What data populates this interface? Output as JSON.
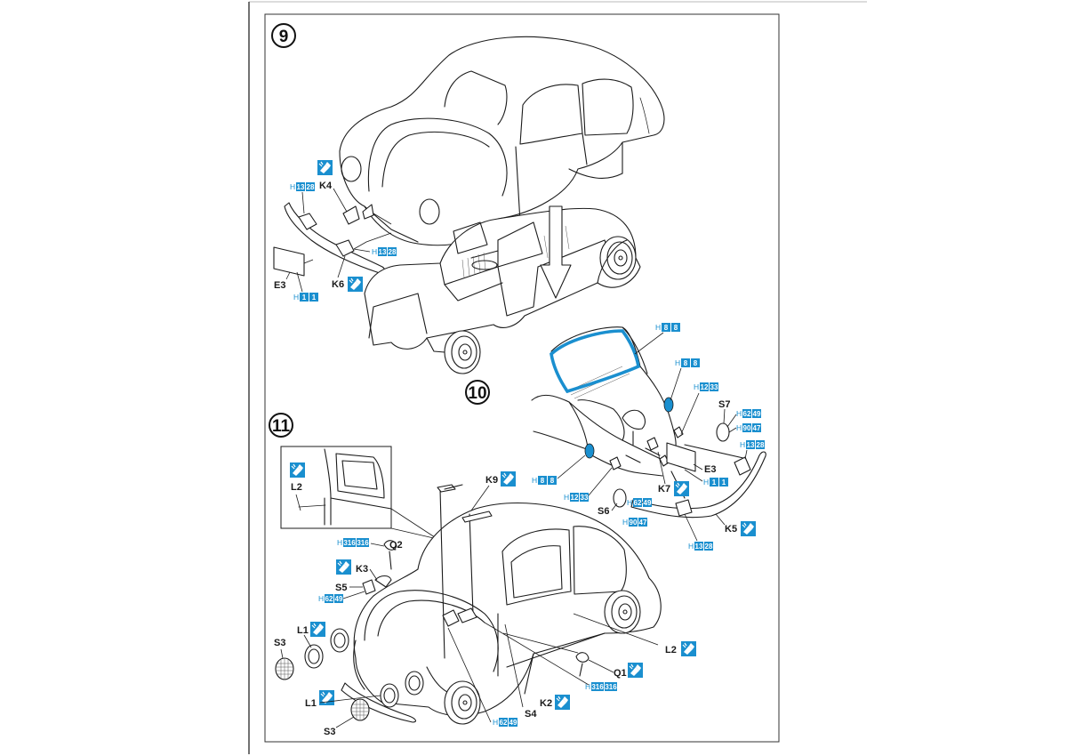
{
  "steps": {
    "step9": "9",
    "step10": "10",
    "step11": "11"
  },
  "labels": {
    "K4": "K4",
    "E3_s9": "E3",
    "K6": "K6",
    "S7": "S7",
    "E3_s10": "E3",
    "K7": "K7",
    "S6": "S6",
    "K5": "K5",
    "K9": "K9",
    "L2_inset": "L2",
    "Q2": "Q2",
    "K3": "K3",
    "S5": "S5",
    "L1_top": "L1",
    "S3_top": "S3",
    "L1_bot": "L1",
    "S3_bot": "S3",
    "S4": "S4",
    "K2": "K2",
    "Q1": "Q1",
    "L2_main": "L2"
  },
  "color_codes": {
    "h13_28_a": {
      "prefix": "H",
      "n1": "13",
      "n2": "28"
    },
    "h13_28_b": {
      "prefix": "H",
      "n1": "13",
      "n2": "28"
    },
    "h1_1_s9": {
      "prefix": "H",
      "n1": "1",
      "n2": "1"
    },
    "h8_8_a": {
      "prefix": "H",
      "n1": "8",
      "n2": "8"
    },
    "h8_8_b": {
      "prefix": "H",
      "n1": "8",
      "n2": "8"
    },
    "h12_33_a": {
      "prefix": "H",
      "n1": "12",
      "n2": "33"
    },
    "h62_49_a": {
      "prefix": "H",
      "n1": "62",
      "n2": "49"
    },
    "h90_47_a": {
      "prefix": "H",
      "n1": "90",
      "n2": "47"
    },
    "h13_28_c": {
      "prefix": "H",
      "n1": "13",
      "n2": "28"
    },
    "h1_1_s10": {
      "prefix": "H",
      "n1": "1",
      "n2": "1"
    },
    "h8_8_c": {
      "prefix": "H",
      "n1": "8",
      "n2": "8"
    },
    "h12_33_b": {
      "prefix": "H",
      "n1": "12",
      "n2": "33"
    },
    "h62_49_b": {
      "prefix": "H",
      "n1": "62",
      "n2": "49"
    },
    "h90_47_b": {
      "prefix": "H",
      "n1": "90",
      "n2": "47"
    },
    "h13_28_d": {
      "prefix": "H",
      "n1": "13",
      "n2": "28"
    },
    "h316_316_a": {
      "prefix": "H",
      "n1": "316",
      "n2": "316"
    },
    "h62_49_c": {
      "prefix": "H",
      "n1": "62",
      "n2": "49"
    },
    "h316_316_b": {
      "prefix": "H",
      "n1": "316",
      "n2": "316"
    },
    "h62_49_d": {
      "prefix": "H",
      "n1": "62",
      "n2": "49"
    }
  },
  "colors": {
    "accent_blue": "#1a8fcf",
    "line": "#1b1b1b",
    "paper": "#ffffff"
  },
  "icons": [
    "glue-icon"
  ]
}
